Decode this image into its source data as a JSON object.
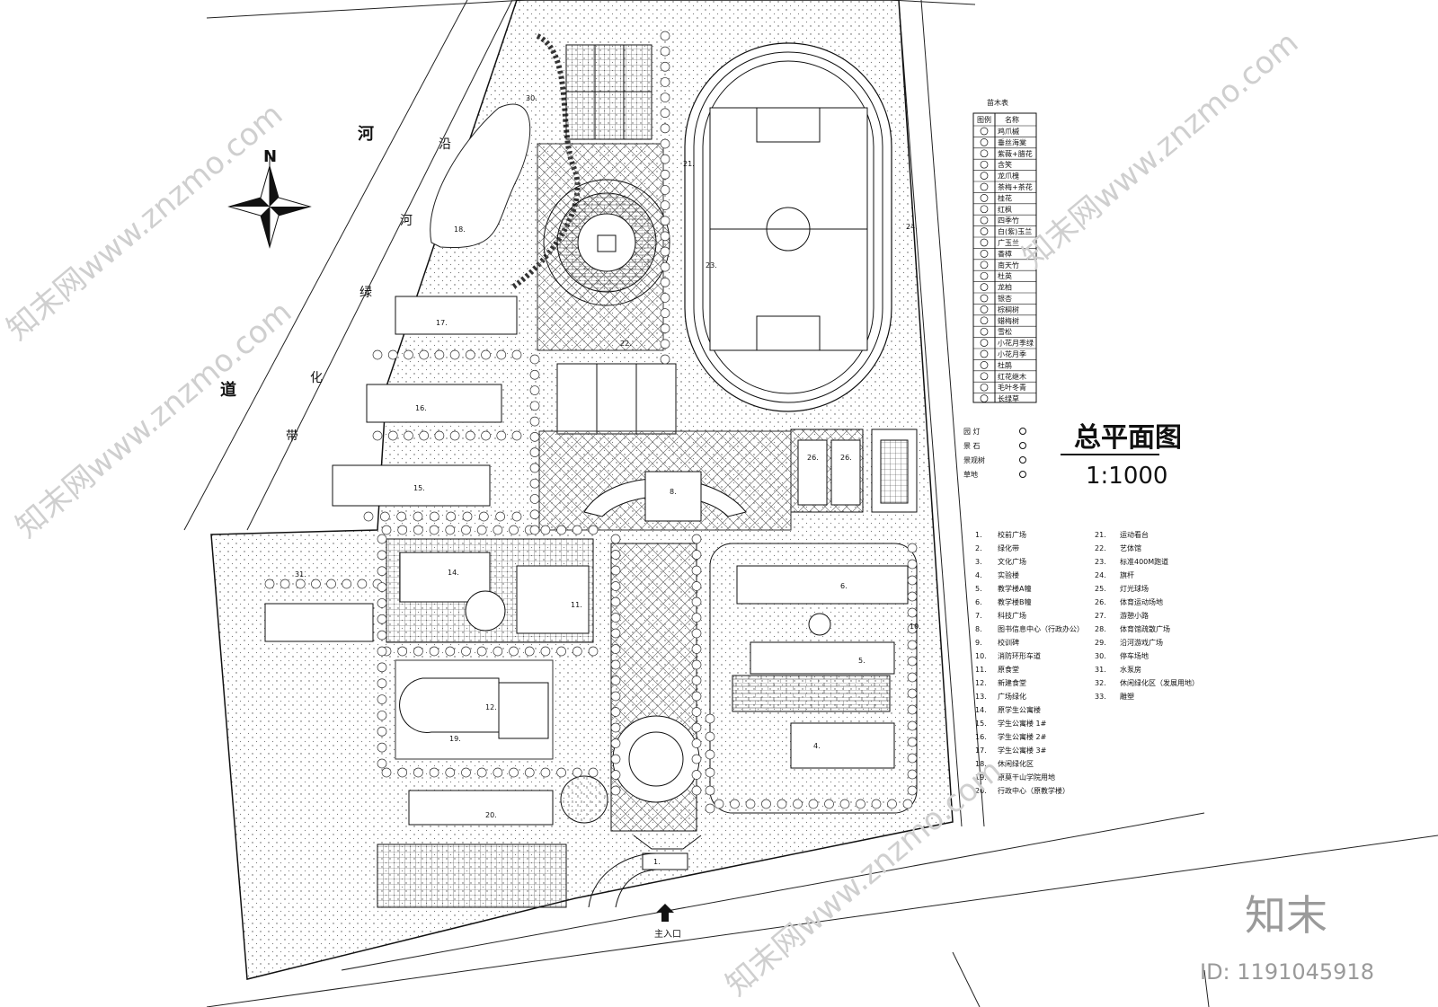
{
  "title": "总平面图",
  "scale": "1:1000",
  "compass": "N",
  "river_labels": [
    "河",
    "道"
  ],
  "greenbelt_labels": [
    "沿",
    "河",
    "绿",
    "化",
    "带"
  ],
  "entrance": "主入口",
  "building_numbers": [
    "1.",
    "4.",
    "5.",
    "6.",
    "8.",
    "10.",
    "11.",
    "12.",
    "14.",
    "15.",
    "16.",
    "17.",
    "18.",
    "19.",
    "20.",
    "21.",
    "22.",
    "23.",
    "24.",
    "26.",
    "26.",
    "30.",
    "31."
  ],
  "plant_table": {
    "title": "苗木表",
    "headers": [
      "图例",
      "名称"
    ],
    "rows": [
      "鸡爪槭",
      "垂丝海棠",
      "紫薇+腊花",
      "含笑",
      "龙爪槐",
      "茶梅+茶花",
      "桂花",
      "红枫",
      "四季竹",
      "白(紫)玉兰",
      "广玉兰",
      "香樟",
      "南天竹",
      "杜英",
      "龙柏",
      "银杏",
      "棕榈树",
      "蜡梅树",
      "雪松",
      "小花月季绿",
      "小花月季",
      "杜鹃",
      "红花继木",
      "毛叶冬青",
      "长绿草"
    ]
  },
  "symbols": [
    {
      "label": "园 灯"
    },
    {
      "label": "景 石"
    },
    {
      "label": "景观树"
    },
    {
      "label": "草地"
    }
  ],
  "index_left": [
    {
      "n": "1.",
      "t": "校前广场"
    },
    {
      "n": "2.",
      "t": "绿化带"
    },
    {
      "n": "3.",
      "t": "文化广场"
    },
    {
      "n": "4.",
      "t": "实验楼"
    },
    {
      "n": "5.",
      "t": "教学楼A幢"
    },
    {
      "n": "6.",
      "t": "教学楼B幢"
    },
    {
      "n": "7.",
      "t": "科技广场"
    },
    {
      "n": "8.",
      "t": "图书信息中心（行政办公）"
    },
    {
      "n": "9.",
      "t": "校训碑"
    },
    {
      "n": "10.",
      "t": "消防环形车道"
    },
    {
      "n": "11.",
      "t": "原食堂"
    },
    {
      "n": "12.",
      "t": "新建食堂"
    },
    {
      "n": "13.",
      "t": "广场绿化"
    },
    {
      "n": "14.",
      "t": "原学生公寓楼"
    },
    {
      "n": "15.",
      "t": "学生公寓楼 1#"
    },
    {
      "n": "16.",
      "t": "学生公寓楼 2#"
    },
    {
      "n": "17.",
      "t": "学生公寓楼 3#"
    },
    {
      "n": "18.",
      "t": "休闲绿化区"
    },
    {
      "n": "19.",
      "t": "原莫干山学院用地"
    },
    {
      "n": "20.",
      "t": "行政中心（原教学楼）"
    }
  ],
  "index_right": [
    {
      "n": "21.",
      "t": "运动看台"
    },
    {
      "n": "22.",
      "t": "艺体馆"
    },
    {
      "n": "23.",
      "t": "标准400M跑道"
    },
    {
      "n": "24.",
      "t": "旗杆"
    },
    {
      "n": "25.",
      "t": "灯光球场"
    },
    {
      "n": "26.",
      "t": "体育运动场地"
    },
    {
      "n": "27.",
      "t": "游憩小路"
    },
    {
      "n": "28.",
      "t": "体育馆疏散广场"
    },
    {
      "n": "29.",
      "t": "沿河游戏广场"
    },
    {
      "n": "30.",
      "t": "停车场地"
    },
    {
      "n": "31.",
      "t": "水泵房"
    },
    {
      "n": "32.",
      "t": "休闲绿化区（发展用地）"
    },
    {
      "n": "33.",
      "t": "雕塑"
    }
  ],
  "watermark": "知末网www.znzmo.com",
  "brand": "知末",
  "id_text": "ID: 1191045918"
}
